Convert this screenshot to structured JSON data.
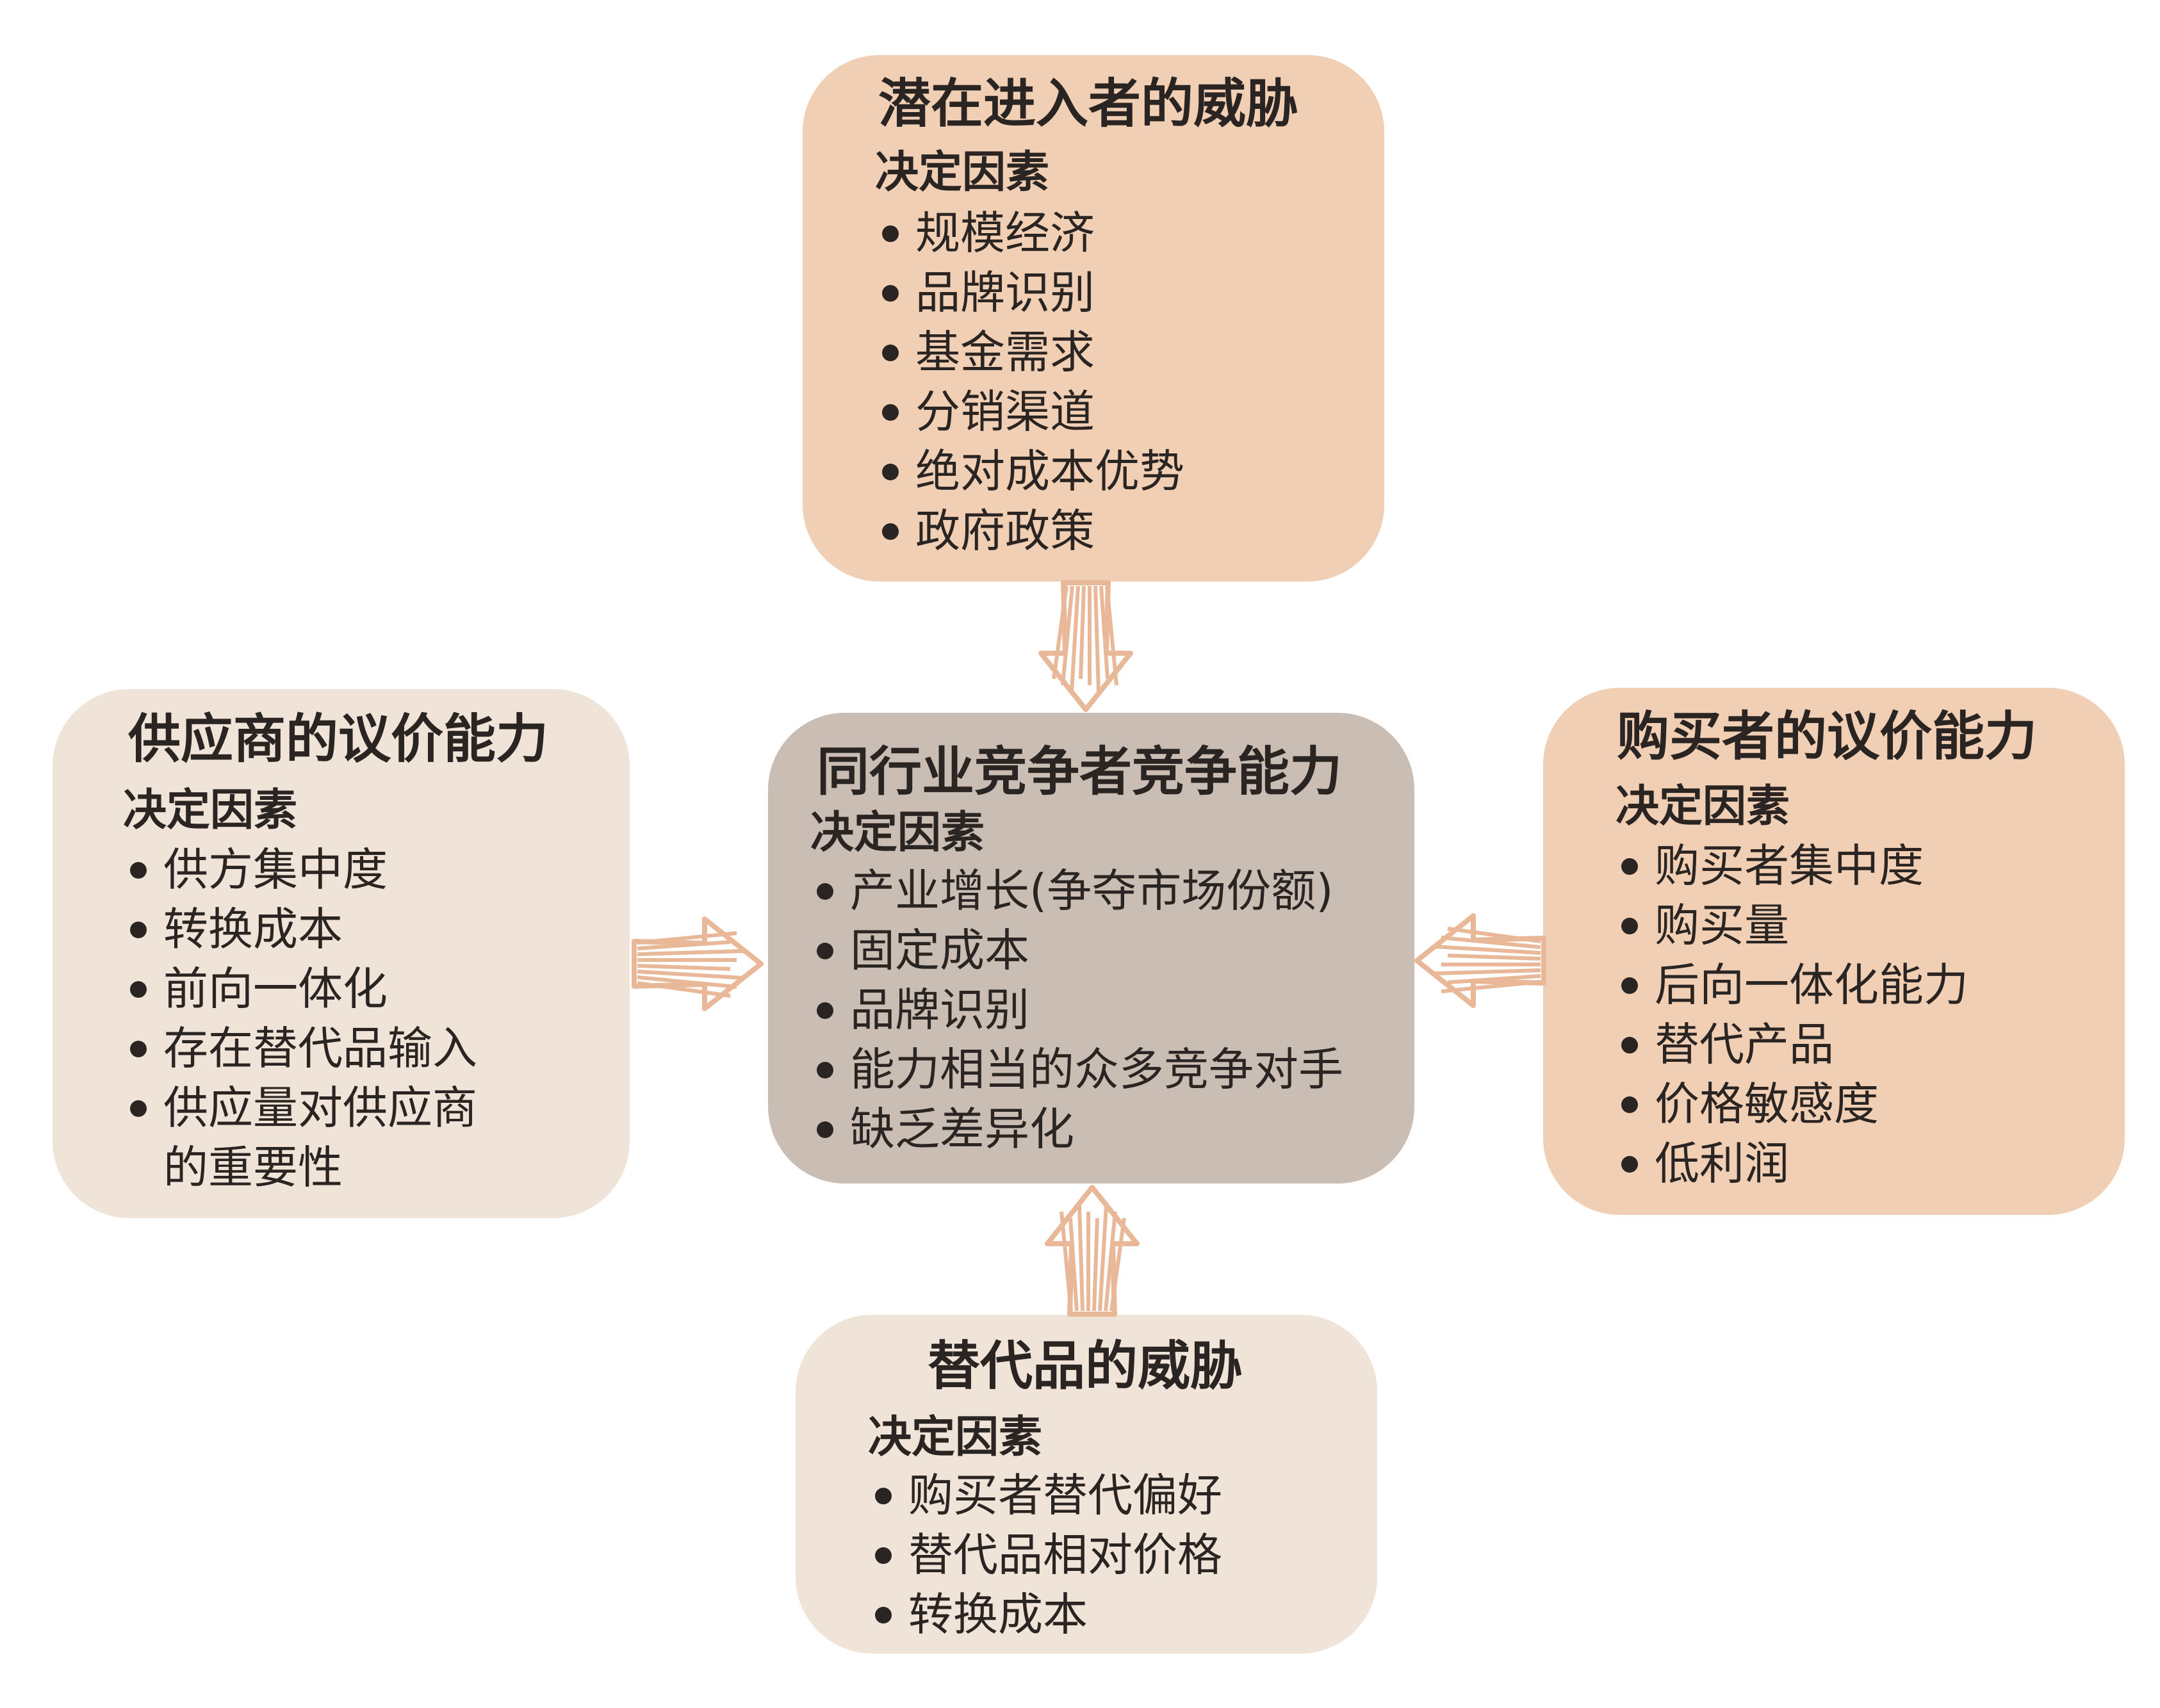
{
  "colors": {
    "peach": "#f1cfb5",
    "beige": "#f0e3d7",
    "gray": "#c9bdb4",
    "arrow": "#e8b898"
  },
  "top": {
    "title": "潜在进入者的威胁",
    "subtitle": "决定因素",
    "items": [
      "规模经济",
      "品牌识别",
      "基金需求",
      "分销渠道",
      "绝对成本优势",
      "政府政策"
    ]
  },
  "left": {
    "title": "供应商的议价能力",
    "subtitle": "决定因素",
    "items": [
      "供方集中度",
      "转换成本",
      "前向一体化",
      "存在替代品输入",
      "供应量对供应商",
      "的重要性"
    ]
  },
  "center": {
    "title": "同行业竞争者竞争能力",
    "subtitle": "决定因素",
    "items": [
      "产业增长(争夺市场份额)",
      "固定成本",
      "品牌识别",
      "能力相当的众多竞争对手",
      "缺乏差异化"
    ]
  },
  "right": {
    "title": "购买者的议价能力",
    "subtitle": "决定因素",
    "items": [
      "购买者集中度",
      "购买量",
      "后向一体化能力",
      "替代产品",
      "价格敏感度",
      "低利润"
    ]
  },
  "bottom": {
    "title": "替代品的威胁",
    "subtitle": "决定因素",
    "items": [
      "购买者替代偏好",
      "替代品相对价格",
      "转换成本"
    ]
  }
}
